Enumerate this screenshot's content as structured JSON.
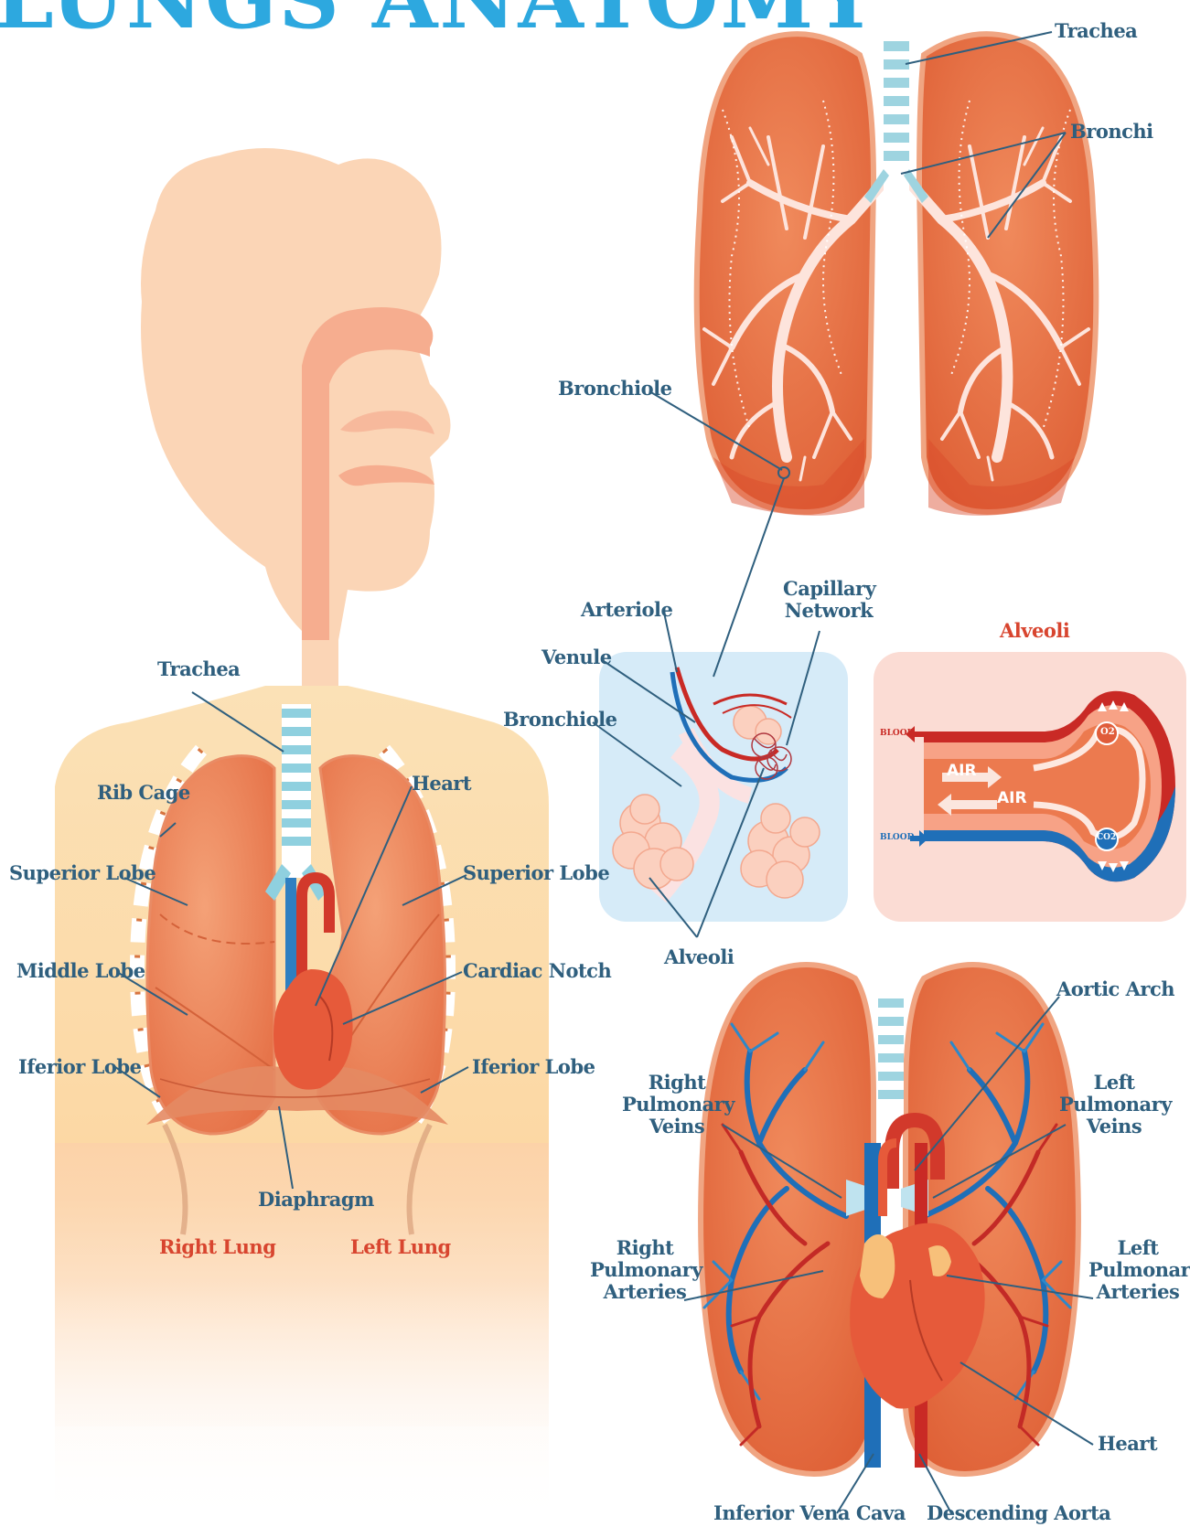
{
  "title": "LUNGS ANATOMY",
  "body_diagram": {
    "trachea": "Trachea",
    "rib_cage": "Rib Cage",
    "superior_lobe_right": "Superior Lobe",
    "middle_lobe": "Middle Lobe",
    "inferior_lobe_right": "Iferior Lobe",
    "heart": "Heart",
    "superior_lobe_left": "Superior Lobe",
    "cardiac_notch": "Cardiac Notch",
    "inferior_lobe_left": "Iferior Lobe",
    "diaphragm": "Diaphragm",
    "right_lung": "Right Lung",
    "left_lung": "Left Lung"
  },
  "bronchial_tree": {
    "trachea": "Trachea",
    "bronchi": "Bronchi",
    "bronchiole": "Bronchiole"
  },
  "alveoli_detail": {
    "arteriole": "Arteriole",
    "venule": "Venule",
    "bronchiole": "Bronchiole",
    "capillary_network": "Capillary Network",
    "alveoli": "Alveoli"
  },
  "gas_exchange": {
    "title": "Alveoli",
    "blood_out": "BLOOD",
    "blood_in": "BLOOD",
    "air_in": "AIR",
    "air_out": "AIR",
    "o2": "O2",
    "co2": "CO2"
  },
  "vascular": {
    "aortic_arch": "Aortic Arch",
    "right_pulmonary_veins": "Right Pulmonary Veins",
    "left_pulmonary_veins": "Left Pulmonary Veins",
    "right_pulmonary_arteries": "Right Pulmonary Arteries",
    "left_pulmonary_arteries": "Left Pulmonary Arteries",
    "heart": "Heart",
    "inferior_vena_cava": "Inferior Vena Cava",
    "descending_aorta": "Descending Aorta"
  },
  "colors": {
    "title": "#2da8df",
    "label": "#2f5f7e",
    "lung_label": "#d8452f",
    "lung": "#ec7a4f",
    "lung_dark": "#d9562f",
    "artery": "#c92a25",
    "vein": "#1f6fb8",
    "trachea": "#9ed4e0",
    "skin": "#fbd3b3",
    "panel_blue": "#d8ecf8",
    "panel_pink": "#fbdcd4"
  }
}
